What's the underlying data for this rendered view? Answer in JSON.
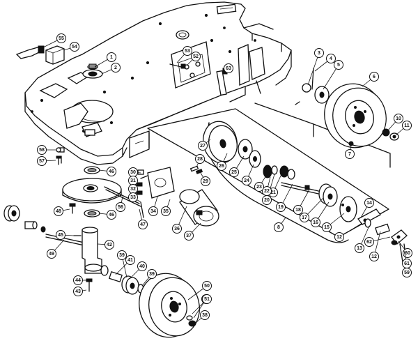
{
  "callouts": [
    {
      "id": "1"
    },
    {
      "id": "2"
    },
    {
      "id": "3"
    },
    {
      "id": "4"
    },
    {
      "id": "5"
    },
    {
      "id": "6"
    },
    {
      "id": "7"
    },
    {
      "id": "8"
    },
    {
      "id": "10"
    },
    {
      "id": "11"
    },
    {
      "id": "12"
    },
    {
      "id": "12b",
      "label": "12"
    },
    {
      "id": "13"
    },
    {
      "id": "14"
    },
    {
      "id": "15"
    },
    {
      "id": "16"
    },
    {
      "id": "17"
    },
    {
      "id": "18"
    },
    {
      "id": "19"
    },
    {
      "id": "20"
    },
    {
      "id": "21"
    },
    {
      "id": "22"
    },
    {
      "id": "23"
    },
    {
      "id": "24"
    },
    {
      "id": "25"
    },
    {
      "id": "26"
    },
    {
      "id": "27"
    },
    {
      "id": "28"
    },
    {
      "id": "29"
    },
    {
      "id": "30"
    },
    {
      "id": "31"
    },
    {
      "id": "31b",
      "label": "31"
    },
    {
      "id": "32"
    },
    {
      "id": "33"
    },
    {
      "id": "34"
    },
    {
      "id": "35"
    },
    {
      "id": "36"
    },
    {
      "id": "37"
    },
    {
      "id": "38"
    },
    {
      "id": "39"
    },
    {
      "id": "39b",
      "label": "39"
    },
    {
      "id": "40"
    },
    {
      "id": "41"
    },
    {
      "id": "42"
    },
    {
      "id": "43"
    },
    {
      "id": "44"
    },
    {
      "id": "45"
    },
    {
      "id": "46"
    },
    {
      "id": "46b",
      "label": "46"
    },
    {
      "id": "47"
    },
    {
      "id": "48"
    },
    {
      "id": "49"
    },
    {
      "id": "50"
    },
    {
      "id": "51"
    },
    {
      "id": "52"
    },
    {
      "id": "53"
    },
    {
      "id": "54"
    },
    {
      "id": "55"
    },
    {
      "id": "56"
    },
    {
      "id": "57"
    },
    {
      "id": "58"
    },
    {
      "id": "59"
    },
    {
      "id": "60"
    },
    {
      "id": "61"
    },
    {
      "id": "62"
    },
    {
      "id": "63"
    }
  ]
}
